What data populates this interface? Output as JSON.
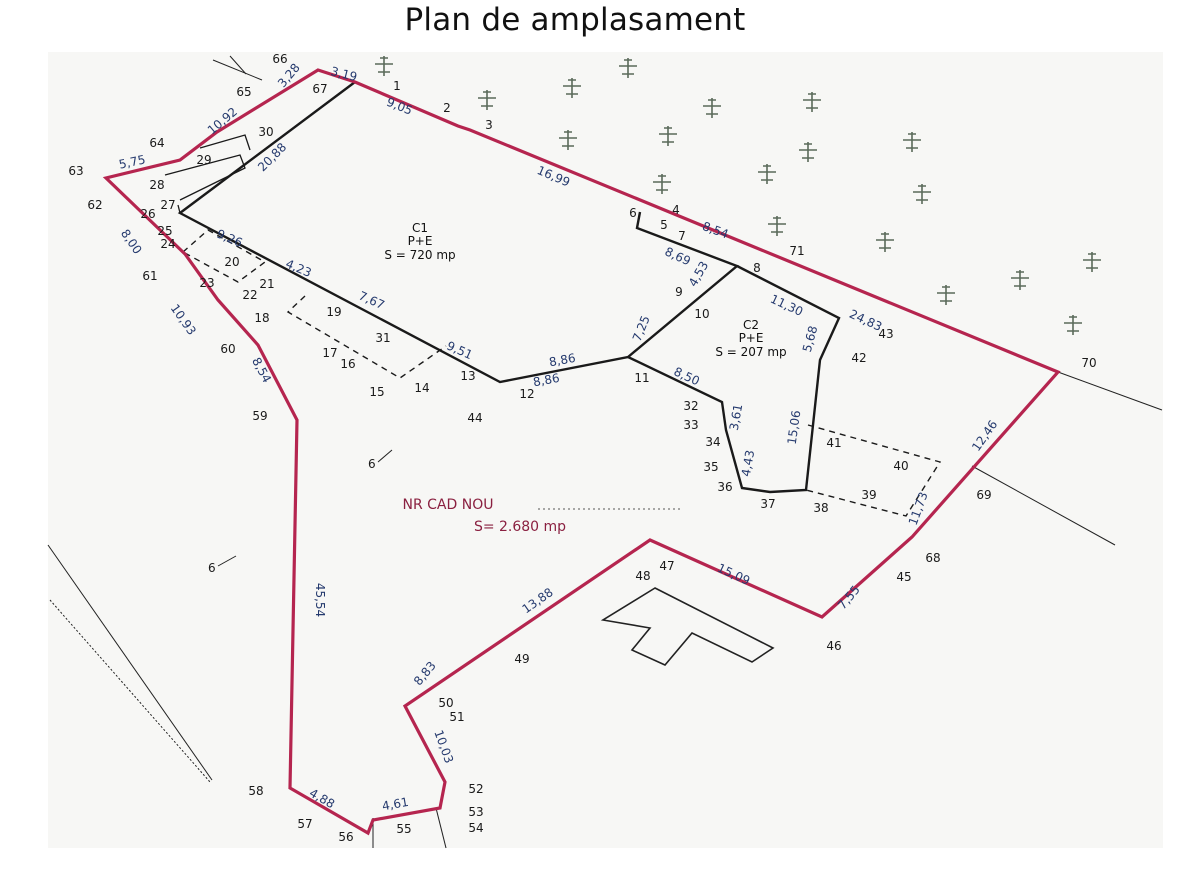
{
  "title": "Plan de amplasament",
  "accent_color": "#b5254f",
  "buildings": [
    {
      "name": "C1",
      "type": "P+E",
      "area": "S = 720 mp"
    },
    {
      "name": "C2",
      "type": "P+E",
      "area": "S = 207 mp"
    }
  ],
  "parcel": {
    "label": "NR CAD NOU",
    "area": "S= 2.680 mp"
  },
  "symbol": "6",
  "points": [
    "1",
    "2",
    "3",
    "4",
    "5",
    "6",
    "7",
    "8",
    "9",
    "10",
    "11",
    "12",
    "13",
    "14",
    "15",
    "16",
    "17",
    "18",
    "19",
    "20",
    "21",
    "22",
    "23",
    "24",
    "25",
    "26",
    "27",
    "28",
    "29",
    "30",
    "31",
    "32",
    "33",
    "34",
    "35",
    "36",
    "37",
    "38",
    "39",
    "40",
    "41",
    "42",
    "43",
    "44",
    "45",
    "46",
    "47",
    "48",
    "49",
    "50",
    "51",
    "52",
    "53",
    "54",
    "55",
    "56",
    "57",
    "58",
    "59",
    "60",
    "61",
    "62",
    "63",
    "64",
    "65",
    "66",
    "67",
    "68",
    "69",
    "70",
    "71"
  ],
  "dimensions": [
    "3,19",
    "3,28",
    "10,92",
    "5,75",
    "8,00",
    "10,93",
    "8,54",
    "45,54",
    "4,88",
    "4,61",
    "10,03",
    "8,83",
    "13,88",
    "15,09",
    "7,55",
    "11,73",
    "12,46",
    "24,83",
    "16,99",
    "9,05",
    "20,88",
    "9,26",
    "4,23",
    "7,67",
    "9,51",
    "8,86",
    "8,86",
    "7,25",
    "4,53",
    "8,69",
    "8,54",
    "11,30",
    "5,68",
    "8,50",
    "3,61",
    "4,43",
    "15,06"
  ]
}
